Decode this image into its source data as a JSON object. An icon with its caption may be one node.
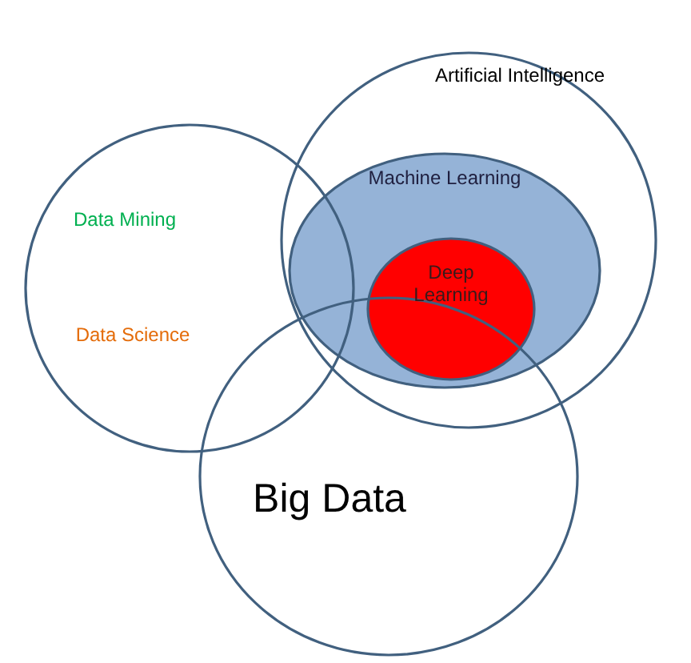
{
  "diagram": {
    "nodes": [
      {
        "text": [
          "Artificial Intelligence"
        ]
      },
      {
        "text": [
          "Machine Learning"
        ],
        "in": 0
      },
      {
        "text": [
          "Deep Learning"
        ],
        "in": 1
      },
      {
        "text": [
          "Data Mining",
          "Data Science"
        ]
      },
      {
        "text": [
          "Big Data"
        ]
      }
    ],
    "edges": []
  }
}
